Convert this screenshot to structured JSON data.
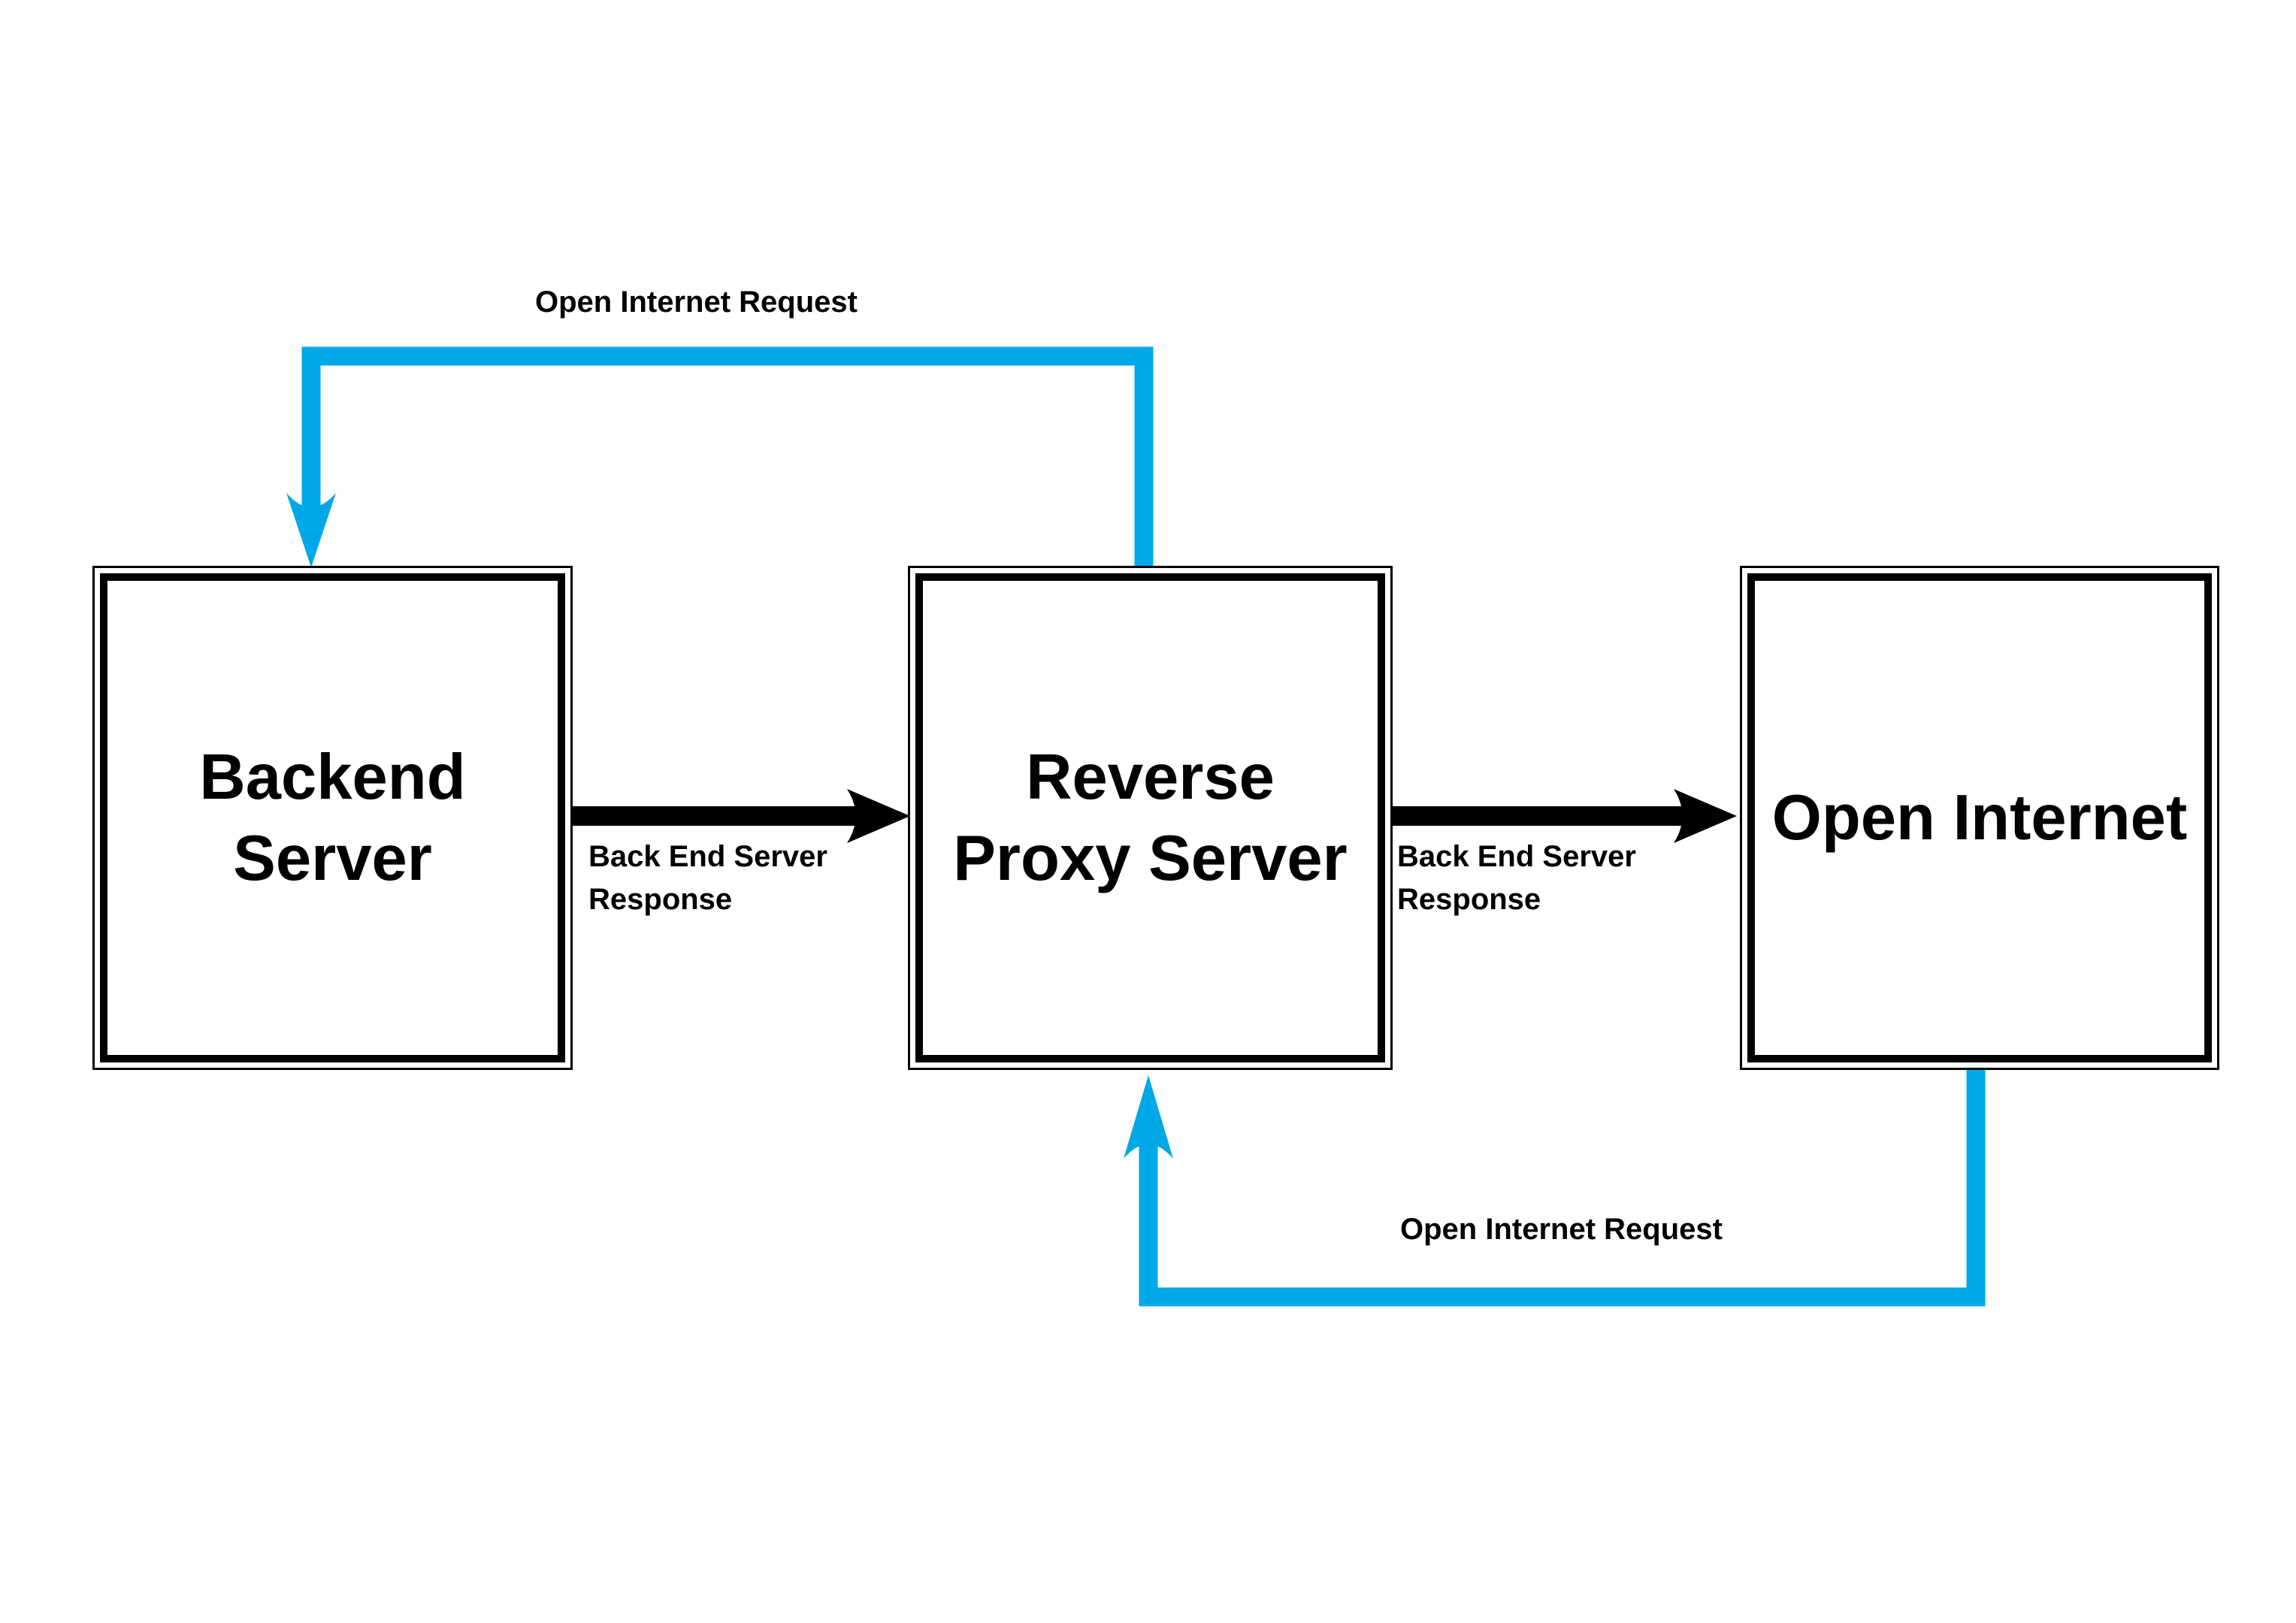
{
  "colors": {
    "accent_blue": "#00A8E8",
    "line_black": "#000000",
    "canvas_white": "#FFFFFF"
  },
  "nodes": [
    {
      "id": "backend",
      "label": "Backend Server",
      "lines": [
        "Backend",
        "Server"
      ]
    },
    {
      "id": "proxy",
      "label": "Reverse Proxy Server",
      "lines": [
        "Reverse",
        "Proxy Server"
      ]
    },
    {
      "id": "internet",
      "label": "Open Internet",
      "lines": [
        "Open Internet"
      ]
    }
  ],
  "edges": [
    {
      "id": "response-backend-to-proxy",
      "from": "backend",
      "to": "proxy",
      "color": "#000000",
      "label_line1": "Back End Server",
      "label_line2": "Response"
    },
    {
      "id": "response-proxy-to-internet",
      "from": "proxy",
      "to": "internet",
      "color": "#000000",
      "label_line1": "Back End Server",
      "label_line2": "Response"
    },
    {
      "id": "request-proxy-to-backend",
      "from": "proxy",
      "to": "backend",
      "color": "#00A8E8",
      "label": "Open Internet Request"
    },
    {
      "id": "request-internet-to-proxy",
      "from": "internet",
      "to": "proxy",
      "color": "#00A8E8",
      "label": "Open Internet Request"
    }
  ]
}
